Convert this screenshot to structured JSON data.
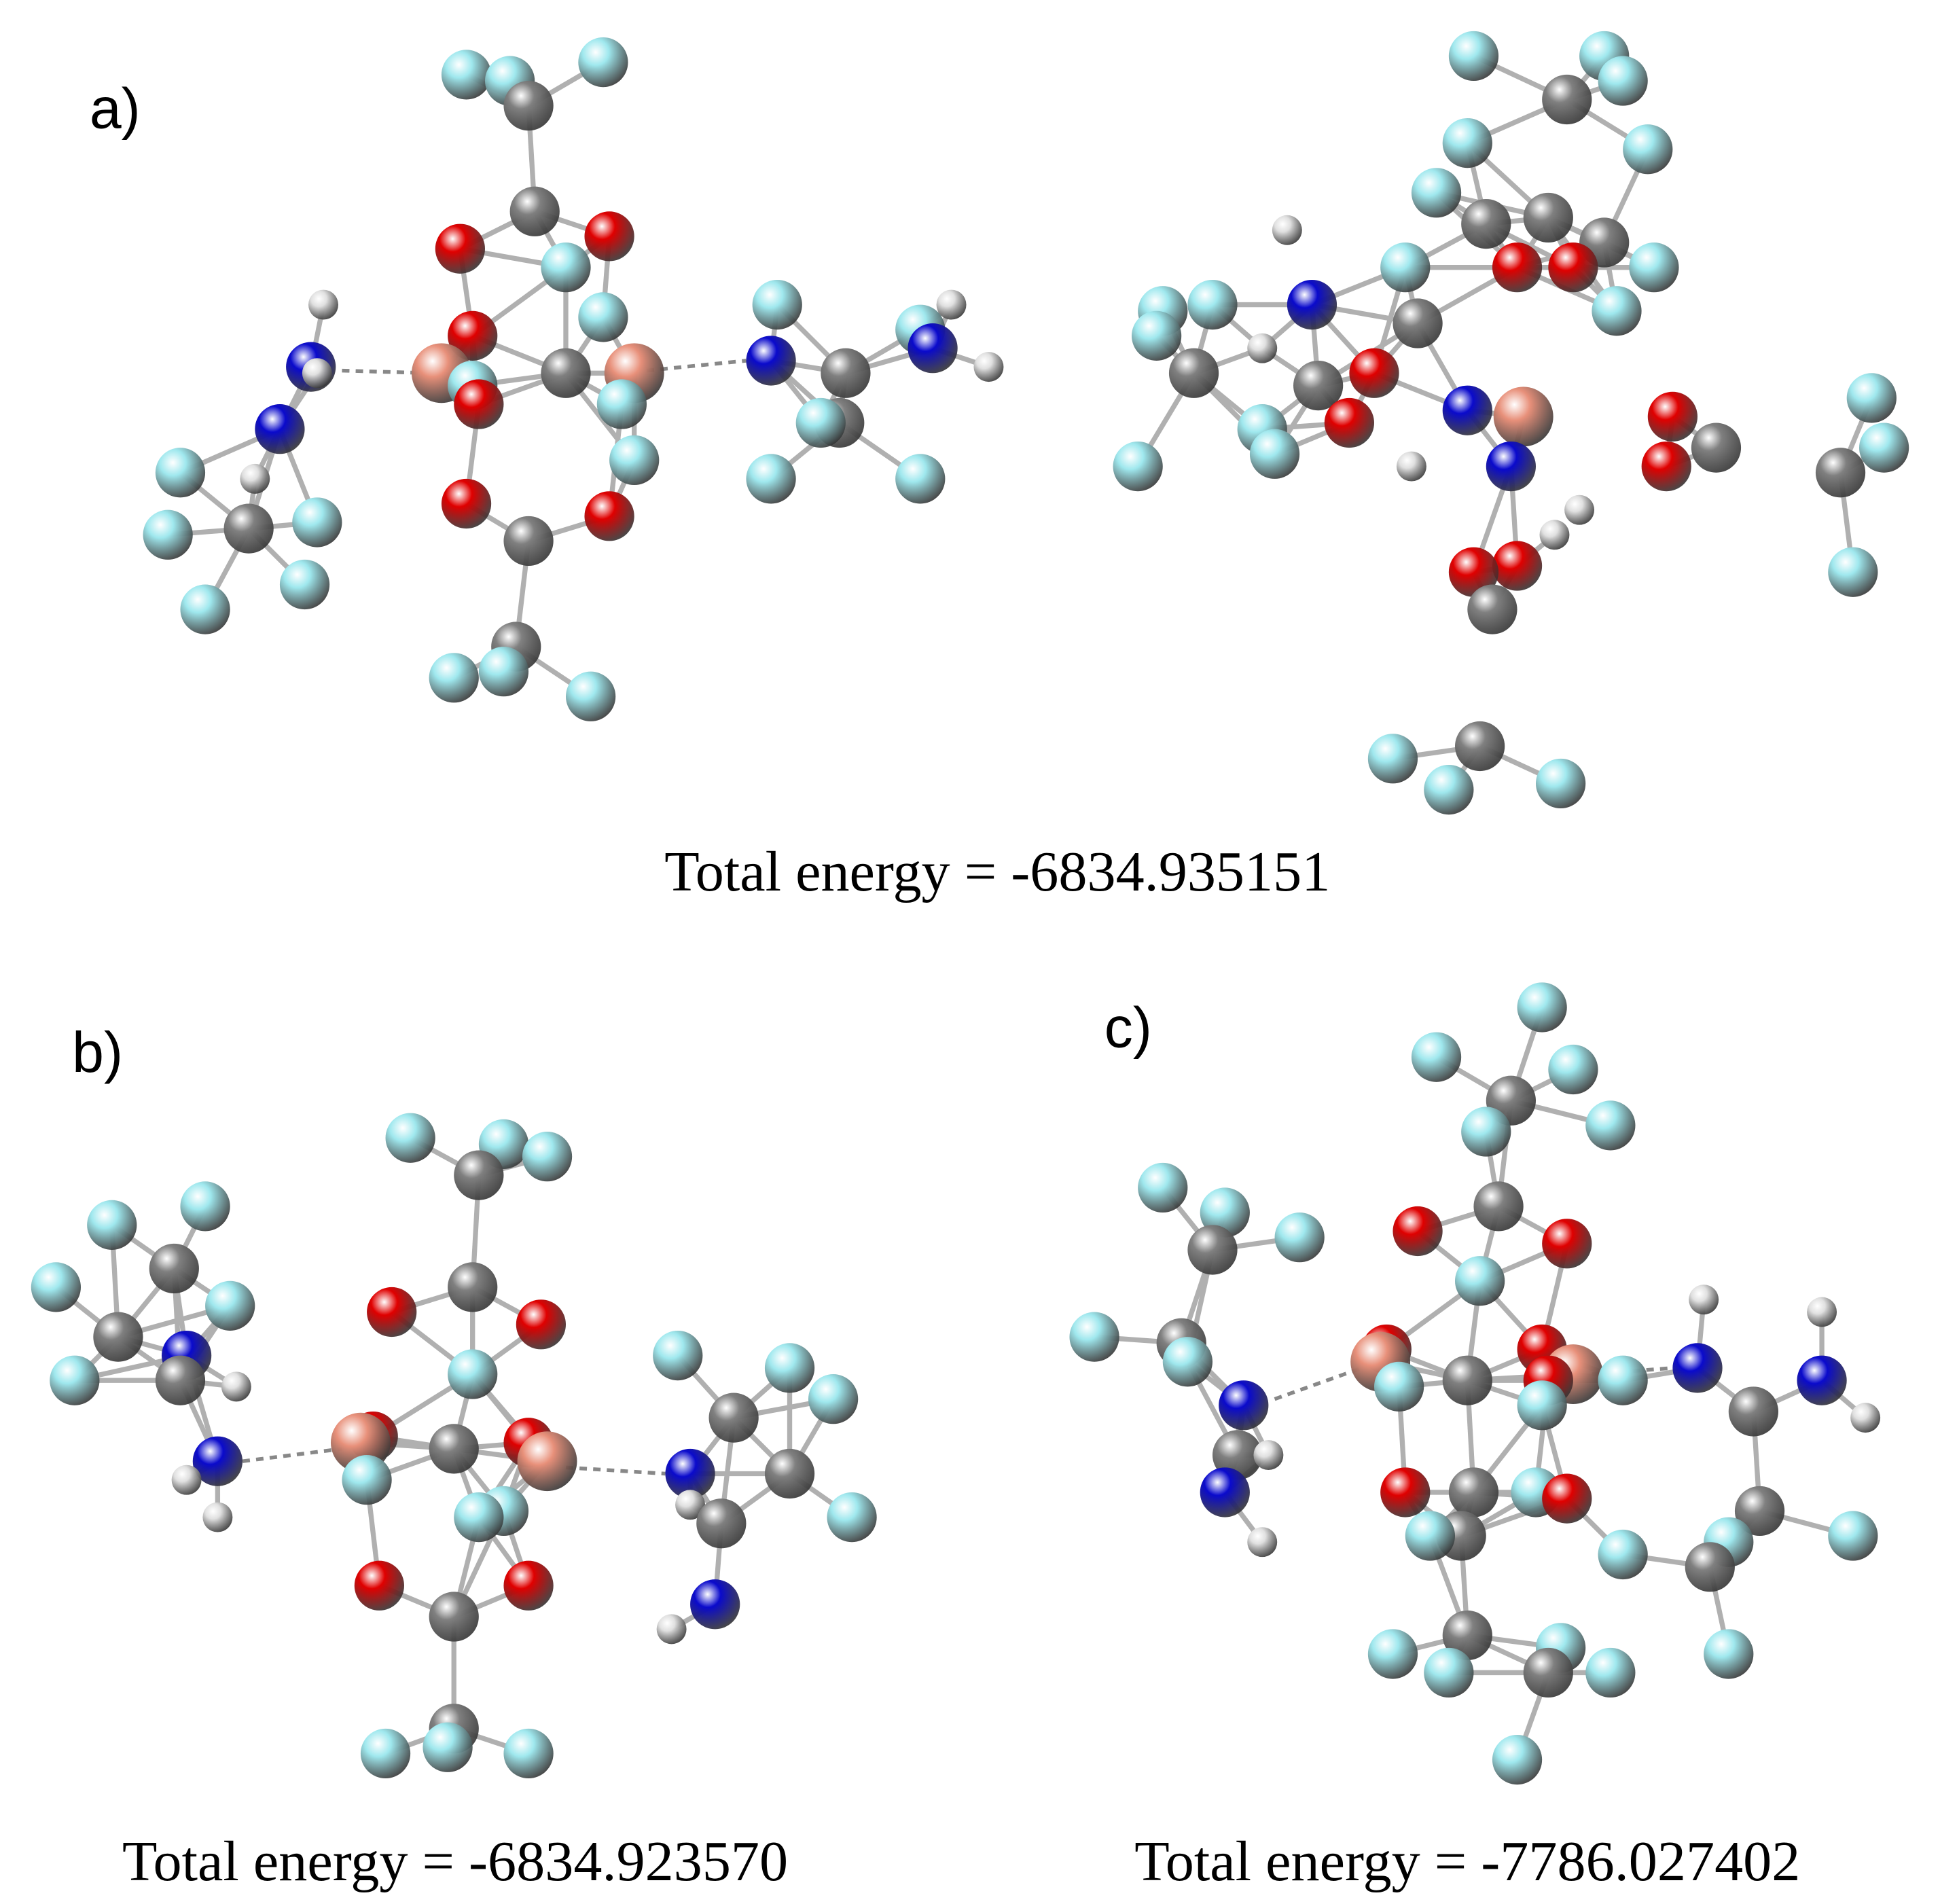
{
  "panels": [
    {
      "label": "a)",
      "energy_text": "Total energy = -6834.935151"
    },
    {
      "label": "b)",
      "energy_text": "Total energy = -6834.923570"
    },
    {
      "label": "c)",
      "energy_text": "Total energy = -7786.027402"
    }
  ],
  "atom_colors": {
    "C": "#808080",
    "F": "#9fe8ee",
    "O": "#e00000",
    "N": "#0a0acc",
    "Cu": "#e8907a",
    "H": "#e0e0e0"
  }
}
